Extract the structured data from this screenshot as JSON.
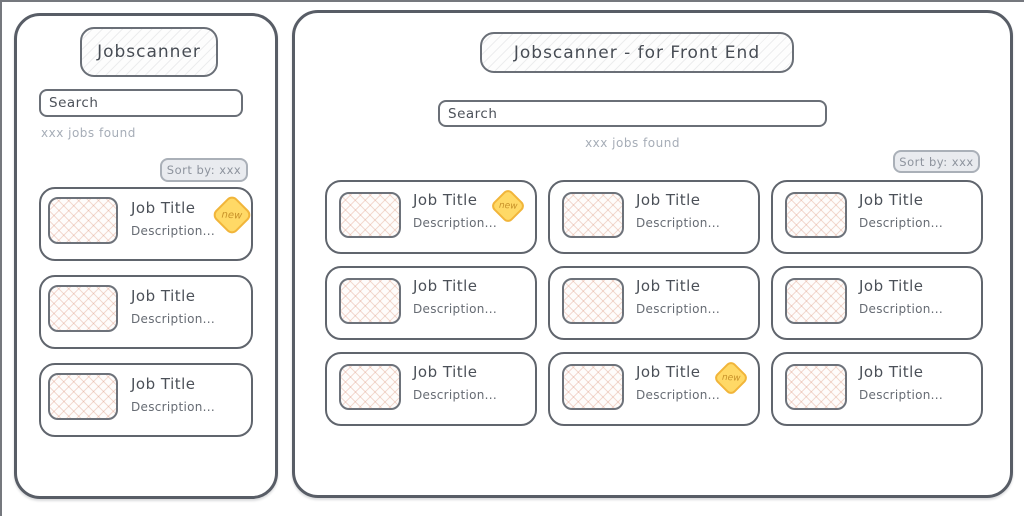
{
  "colors": {
    "panel_border": "#585d66",
    "badge_fill": "#ffd966",
    "badge_border": "#f1b53a",
    "badge_text": "#c8922a",
    "muted_text": "#a6adb7",
    "sort_button_bg": "#e9ebef"
  },
  "mobile": {
    "title": "Jobscanner",
    "search_value": "Search",
    "results_count": "xxx jobs found",
    "sort_label": "Sort by: xxx",
    "cards": [
      {
        "title": "Job Title",
        "description": "Description...",
        "badge": "new"
      },
      {
        "title": "Job Title",
        "description": "Description..."
      },
      {
        "title": "Job Title",
        "description": "Description..."
      }
    ]
  },
  "desktop": {
    "title": "Jobscanner - for Front End",
    "search_value": "Search",
    "results_count": "xxx jobs found",
    "sort_label": "Sort by: xxx",
    "cards": [
      {
        "title": "Job Title",
        "description": "Description...",
        "badge": "new"
      },
      {
        "title": "Job Title",
        "description": "Description..."
      },
      {
        "title": "Job Title",
        "description": "Description..."
      },
      {
        "title": "Job Title",
        "description": "Description..."
      },
      {
        "title": "Job Title",
        "description": "Description..."
      },
      {
        "title": "Job Title",
        "description": "Description..."
      },
      {
        "title": "Job Title",
        "description": "Description..."
      },
      {
        "title": "Job Title",
        "description": "Description...",
        "badge": "new"
      },
      {
        "title": "Job Title",
        "description": "Description..."
      }
    ]
  }
}
